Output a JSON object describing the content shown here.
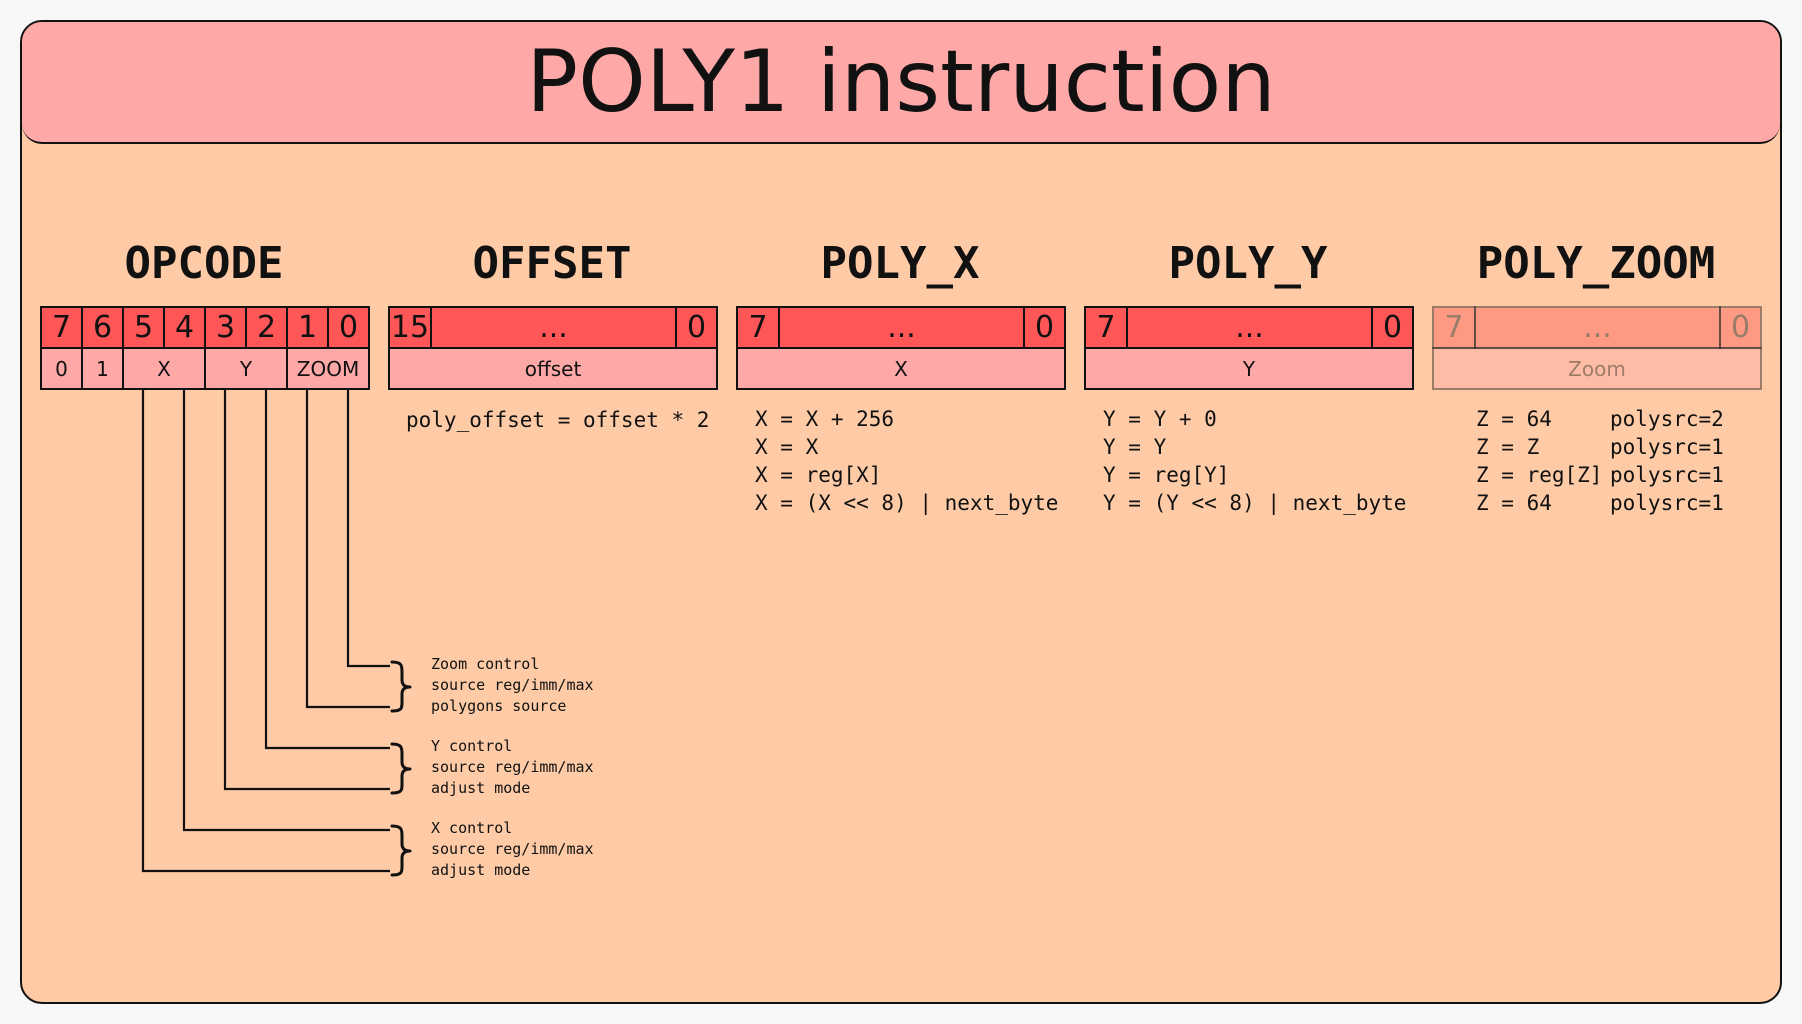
{
  "title": "POLY1 instruction",
  "sections": {
    "opcode": {
      "title": "OPCODE",
      "bits": [
        "7",
        "6",
        "5",
        "4",
        "3",
        "2",
        "1",
        "0"
      ],
      "fields": [
        "0",
        "1",
        "X",
        "Y",
        "ZOOM"
      ]
    },
    "offset": {
      "title": "OFFSET",
      "bits": [
        "15",
        "...",
        "0"
      ],
      "field": "offset",
      "formula": "poly_offset = offset * 2"
    },
    "poly_x": {
      "title": "POLY_X",
      "bits": [
        "7",
        "...",
        "0"
      ],
      "field": "X",
      "rules": [
        "X = X + 256",
        "X = X",
        "X = reg[X]",
        "X = (X << 8) | next_byte"
      ]
    },
    "poly_y": {
      "title": "POLY_Y",
      "bits": [
        "7",
        "...",
        "0"
      ],
      "field": "Y",
      "rules": [
        "Y = Y + 0",
        "Y = Y",
        "Y = reg[Y]",
        "Y = (Y << 8) | next_byte"
      ]
    },
    "poly_zoom": {
      "title": "POLY_ZOOM",
      "bits": [
        "7",
        "...",
        "0"
      ],
      "field": "Zoom",
      "rules": [
        {
          "expr": "Z = 64",
          "src": "polysrc=2"
        },
        {
          "expr": "Z = Z",
          "src": "polysrc=1"
        },
        {
          "expr": "Z = reg[Z]",
          "src": "polysrc=1"
        },
        {
          "expr": "Z = 64",
          "src": "polysrc=1"
        }
      ]
    }
  },
  "controls": [
    {
      "lines": [
        "Zoom control",
        "source reg/imm/max",
        "polygons source"
      ]
    },
    {
      "lines": [
        "Y control",
        "source reg/imm/max",
        "adjust mode"
      ]
    },
    {
      "lines": [
        "X control",
        "source reg/imm/max",
        "adjust mode"
      ]
    }
  ]
}
